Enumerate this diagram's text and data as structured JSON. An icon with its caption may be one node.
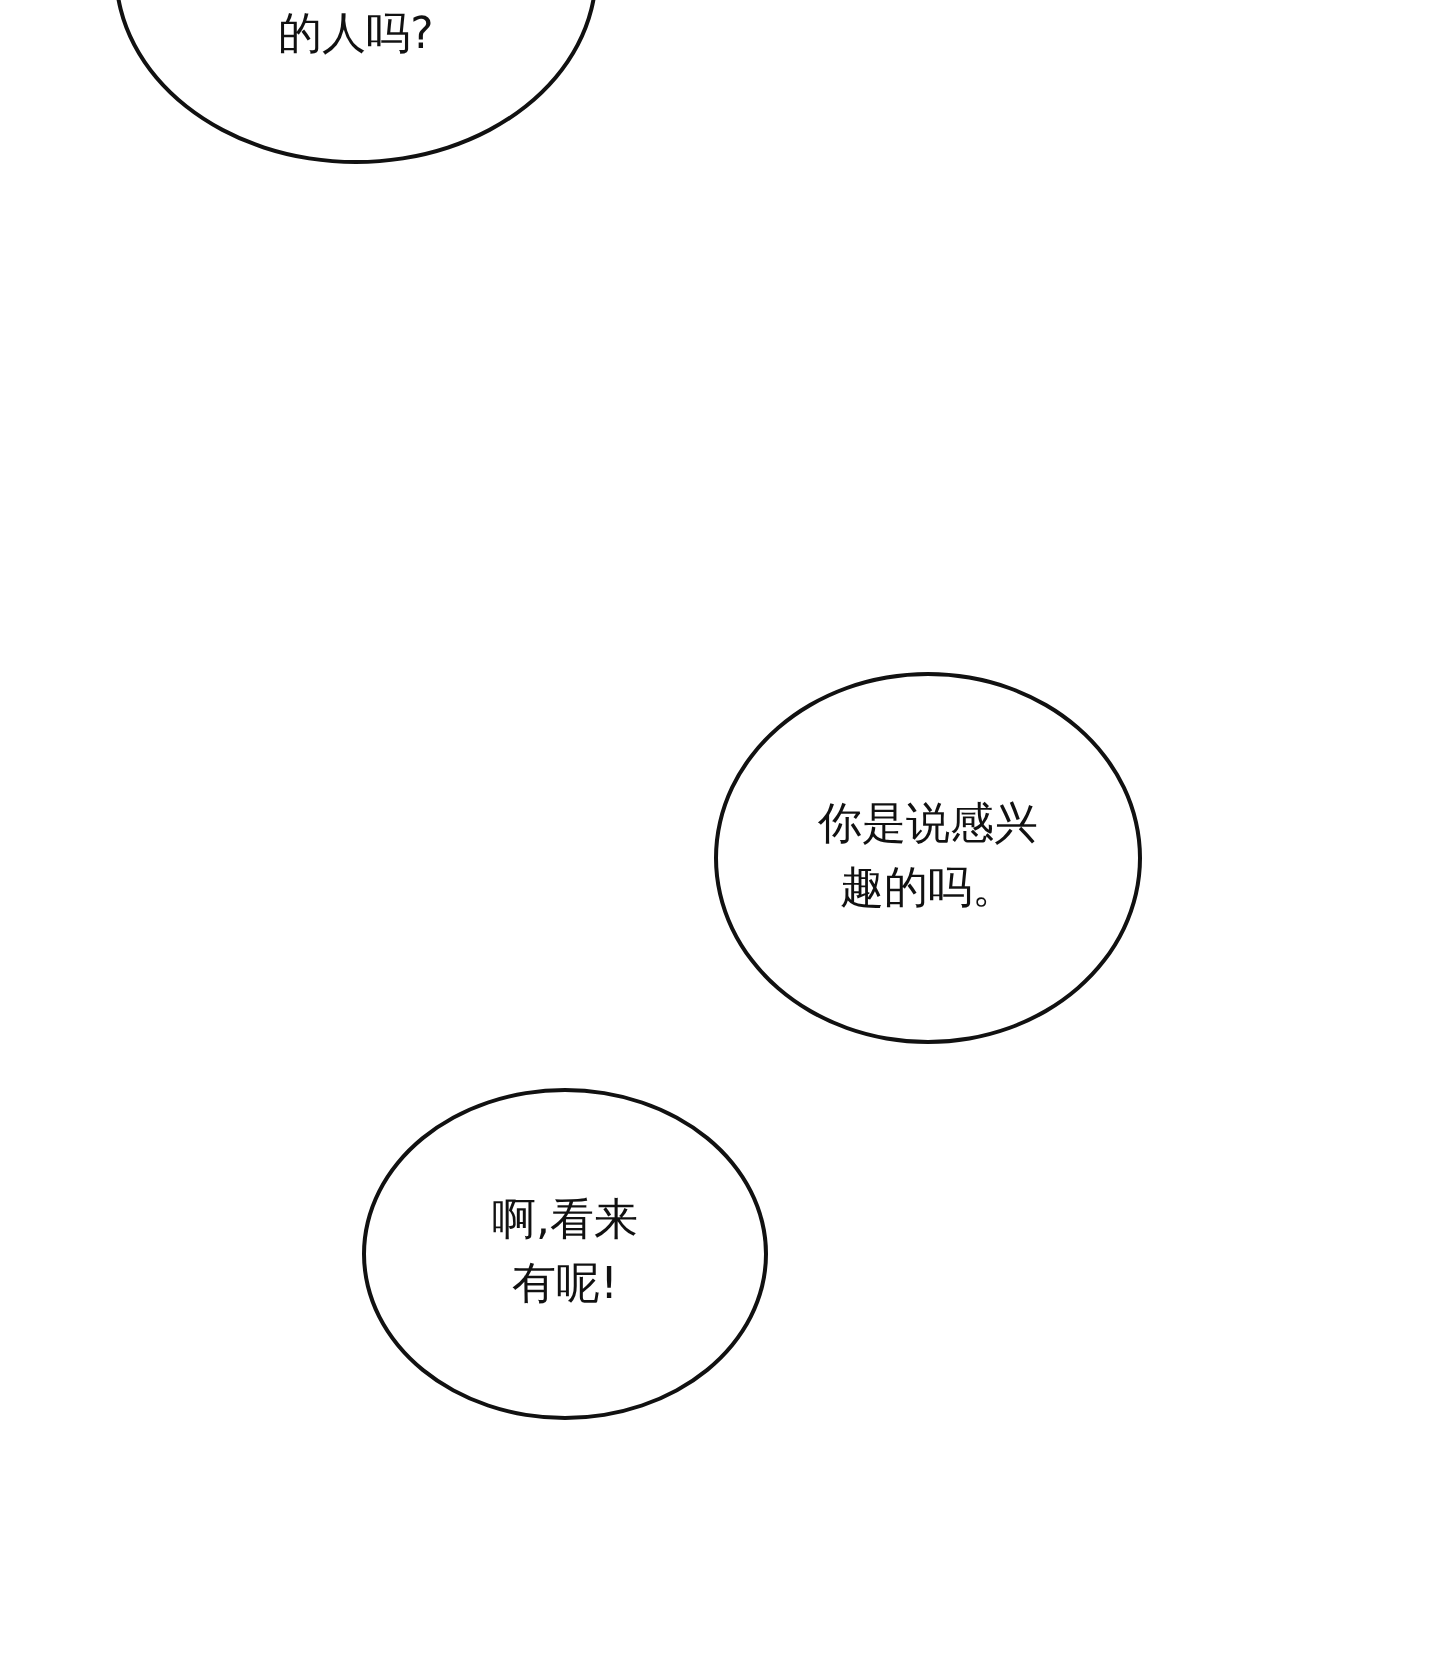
{
  "diagram": {
    "nodes": [
      {
        "text": [
          "的人吗?"
        ]
      },
      {
        "text": [
          "你是说感兴趣的吗。"
        ]
      },
      {
        "text": [
          "啊,看来有呢!"
        ]
      }
    ]
  }
}
